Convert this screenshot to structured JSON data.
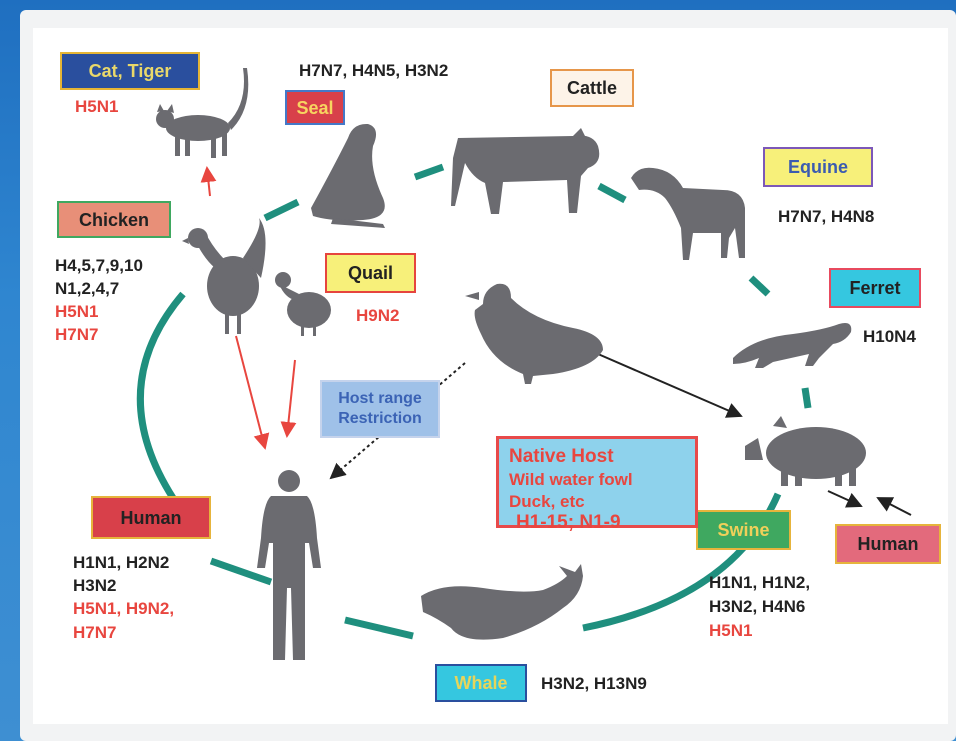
{
  "labels": {
    "cat_tiger": "Cat, Tiger",
    "seal": "Seal",
    "cattle": "Cattle",
    "equine": "Equine",
    "chicken": "Chicken",
    "quail": "Quail",
    "ferret": "Ferret",
    "host_range": "Host range\nRestriction",
    "human_left": "Human",
    "human_right": "Human",
    "swine": "Swine",
    "whale": "Whale"
  },
  "native_host": {
    "title": "Native Host",
    "line1": "Wild water fowl",
    "line2": "Duck, etc",
    "subtypes": "H1-15; N1-9"
  },
  "subtypes": {
    "cat_tiger": "H5N1",
    "seal": "H7N7, H4N5, H3N2",
    "equine": "H7N7, H4N8",
    "chicken_l1": "H4,5,7,9,10",
    "chicken_l2": "N1,2,4,7",
    "chicken_l3": "H5N1",
    "chicken_l4": "H7N7",
    "quail": "H9N2",
    "ferret": "H10N4",
    "human_l1": "H1N1, H2N2",
    "human_l2": "H3N2",
    "human_l3": "H5N1, H9N2,",
    "human_l4": "H7N7",
    "swine_l1": "H1N1, H1N2,",
    "swine_l2": "H3N2, H4N6",
    "swine_l3": "H5N1",
    "whale": "H3N2, H13N9"
  },
  "colors": {
    "cycle": "#1f8f7e",
    "red_arrow": "#e8463f",
    "silhouette": "#6b6b70",
    "box_blue": "#2a4f9e",
    "box_red": "#d8404a",
    "box_cream": "#fdf3e8",
    "box_yellow": "#f7f07a",
    "box_cyan": "#35c7e0",
    "box_green": "#3fa860",
    "box_pink": "#e36a7c",
    "box_salmon": "#e88f78",
    "box_lightblue": "#9fc1e8"
  }
}
